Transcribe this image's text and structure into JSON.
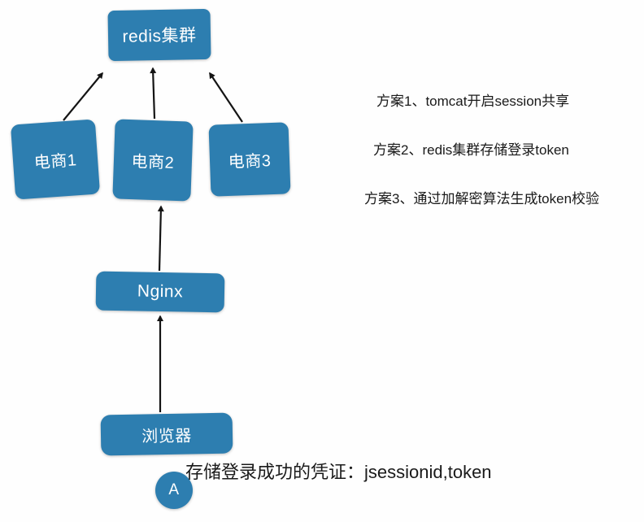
{
  "diagram": {
    "nodes": {
      "redis_cluster": {
        "label": "redis集群"
      },
      "ecom1": {
        "label": "电商1"
      },
      "ecom2": {
        "label": "电商2"
      },
      "ecom3": {
        "label": "电商3"
      },
      "nginx": {
        "label": "Nginx"
      },
      "browser": {
        "label": "浏览器"
      },
      "marker_a": {
        "label": "A"
      }
    },
    "edges": [
      {
        "from": "ecom1",
        "to": "redis_cluster"
      },
      {
        "from": "ecom2",
        "to": "redis_cluster"
      },
      {
        "from": "ecom3",
        "to": "redis_cluster"
      },
      {
        "from": "nginx",
        "to": "ecom2"
      },
      {
        "from": "browser",
        "to": "nginx"
      }
    ],
    "notes": [
      {
        "label": "方案1、tomcat开启session共享"
      },
      {
        "label": "方案2、redis集群存储登录token"
      },
      {
        "label": "方案3、通过加解密算法生成token校验"
      }
    ],
    "caption": "存储登录成功的凭证：jsessionid,token",
    "colors": {
      "node_fill": "#2d7eb0",
      "node_text": "#ffffff",
      "arrow": "#141414",
      "text": "#1a1a1a",
      "bg": "#fefefe"
    }
  }
}
